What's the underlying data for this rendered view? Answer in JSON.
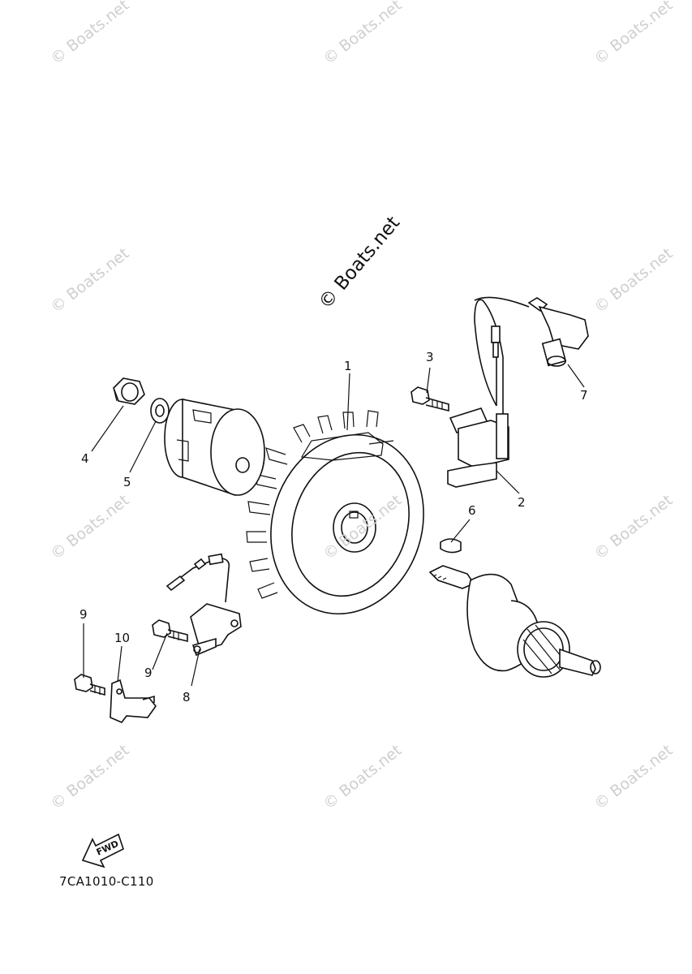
{
  "watermarks": {
    "repeat_text": "© Boats.net",
    "main_text": "© Boats.net"
  },
  "callouts": [
    {
      "number": "1",
      "part": "flywheel"
    },
    {
      "number": "2",
      "part": "ignition-coil"
    },
    {
      "number": "3",
      "part": "bolt"
    },
    {
      "number": "4",
      "part": "nut"
    },
    {
      "number": "5",
      "part": "washer"
    },
    {
      "number": "6",
      "part": "key"
    },
    {
      "number": "7",
      "part": "plug-cap"
    },
    {
      "number": "8",
      "part": "pulser-coil"
    },
    {
      "number": "9",
      "part": "bolt"
    },
    {
      "number": "9",
      "part": "bolt"
    },
    {
      "number": "10",
      "part": "bracket"
    }
  ],
  "fwd_label": "FWD",
  "diagram_code": "7CA1010-C110"
}
